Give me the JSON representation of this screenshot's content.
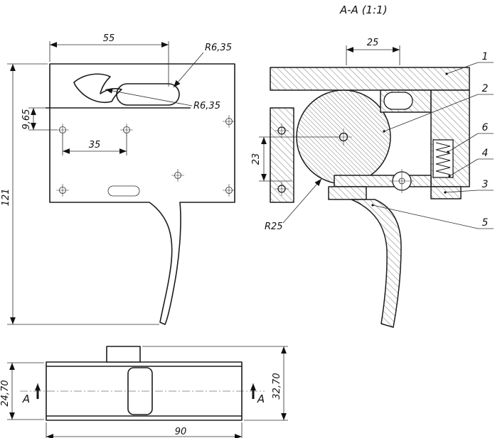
{
  "title": "A-A (1:1)",
  "side_view": {
    "dim_width_top": "55",
    "radius_slot": "R6,35",
    "radius_hook": "R6,35",
    "dim_step_height": "9,65",
    "dim_hole_spacing": "35",
    "dim_total_height": "121"
  },
  "section_view": {
    "dim_top_width": "25",
    "dim_axis_height": "23",
    "radius_sear": "R25",
    "callouts": [
      "1",
      "2",
      "6",
      "4",
      "3",
      "5"
    ]
  },
  "bottom_view": {
    "dim_body_width": "24,70",
    "dim_total_width": "32,70",
    "dim_length": "90",
    "section_label_left": "A",
    "section_label_right": "A"
  }
}
